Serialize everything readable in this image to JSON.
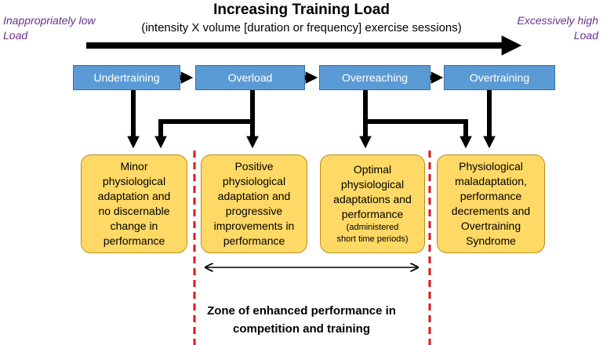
{
  "header": {
    "title": "Increasing Training Load",
    "subtitle": "(intensity X volume [duration or frequency] exercise sessions)",
    "left_label_1": "Inappropriately low",
    "left_label_2": "Load",
    "right_label_1": "Excessively high",
    "right_label_2": "Load"
  },
  "stages": [
    {
      "label": "Undertraining"
    },
    {
      "label": "Overload"
    },
    {
      "label": "Overreaching"
    },
    {
      "label": "Overtraining"
    }
  ],
  "outcomes": [
    {
      "lines": [
        "Minor",
        "physiological",
        "adaptation and",
        "no discernable",
        "change in",
        "performance"
      ]
    },
    {
      "lines": [
        "Positive",
        "physiological",
        "adaptation and",
        "progressive",
        "improvements in",
        "performance"
      ]
    },
    {
      "lines": [
        "Optimal",
        "physiological",
        "adaptations and",
        "performance"
      ],
      "sub_1": "(administered",
      "sub_2": "short time periods)"
    },
    {
      "lines": [
        "Physiological",
        "maladaptation,",
        "performance",
        "decrements and",
        "Overtraining",
        "Syndrome"
      ]
    }
  ],
  "zone": {
    "line_1": "Zone of enhanced performance in",
    "line_2": "competition and training"
  },
  "colors": {
    "stage_fill": "#5b9bd5",
    "outcome_fill": "#ffd966",
    "end_label": "#6b2f8f",
    "divider": "#e0161b"
  }
}
